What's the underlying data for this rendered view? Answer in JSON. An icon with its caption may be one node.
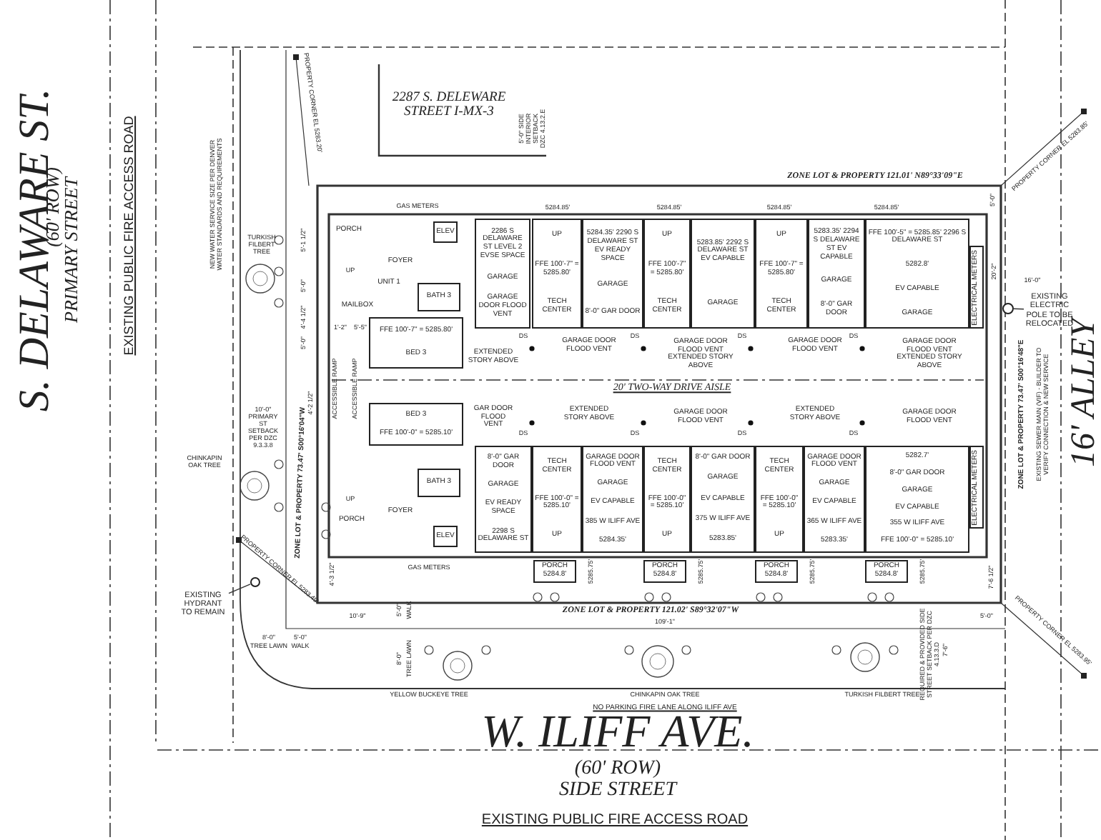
{
  "diagram": {
    "nodes": [
      {
        "text": [
          "ELEV"
        ]
      },
      {
        "text": [
          "BATH 3"
        ]
      },
      {
        "text": [
          "FFE 100'-7\" = 5285.80'",
          "BED 3"
        ]
      },
      {
        "text": [
          "2286 S DELAWARE ST LEVEL 2 EVSE SPACE",
          "GARAGE",
          "GARAGE DOOR FLOOD VENT"
        ]
      },
      {
        "text": [
          "UP",
          "FFE 100'-7\" = 5285.80'",
          "TECH CENTER"
        ]
      },
      {
        "text": [
          "5284.35' 2290 S DELAWARE ST EV READY SPACE",
          "GARAGE",
          "8'-0\" GAR DOOR"
        ]
      },
      {
        "text": [
          "UP",
          "FFE 100'-7\" = 5285.80'",
          "TECH CENTER"
        ]
      },
      {
        "text": [
          "5283.85' 2292 S DELAWARE ST EV CAPABLE",
          "GARAGE"
        ]
      },
      {
        "text": [
          "UP",
          "FFE 100'-7\" = 5285.80'",
          "TECH CENTER"
        ]
      },
      {
        "text": [
          "5283.35' 2294 S DELAWARE ST EV CAPABLE",
          "GARAGE",
          "8'-0\" GAR DOOR"
        ]
      },
      {
        "text": [
          "FFE 100'-5\" = 5285.85' 2296 S DELAWARE ST",
          "5282.8'",
          "EV CAPABLE",
          "GARAGE"
        ]
      },
      {
        "text": [
          "ELECTRICAL METERS"
        ]
      },
      {
        "text": [
          "BED 3",
          "FFE 100'-0\" = 5285.10'"
        ]
      },
      {
        "text": [
          "BATH 3"
        ]
      },
      {
        "text": [
          "ELEV"
        ]
      },
      {
        "text": [
          "8'-0\" GAR DOOR",
          "GARAGE",
          "EV READY SPACE",
          "2298 S DELAWARE ST"
        ]
      },
      {
        "text": [
          "TECH CENTER",
          "FFE 100'-0\" = 5285.10'",
          "UP"
        ]
      },
      {
        "text": [
          "GARAGE DOOR FLOOD VENT",
          "GARAGE",
          "EV CAPABLE",
          "385 W ILIFF AVE",
          "5284.35'"
        ]
      },
      {
        "text": [
          "TECH CENTER",
          "FFE 100'-0\" = 5285.10'",
          "UP"
        ]
      },
      {
        "text": [
          "8'-0\" GAR DOOR",
          "GARAGE",
          "EV CAPABLE",
          "375 W ILIFF AVE",
          "5283.85'"
        ]
      },
      {
        "text": [
          "TECH CENTER",
          "FFE 100'-0\" = 5285.10'",
          "UP"
        ]
      },
      {
        "text": [
          "GARAGE DOOR FLOOD VENT",
          "GARAGE",
          "EV CAPABLE",
          "365 W ILIFF AVE",
          "5283.35'"
        ]
      },
      {
        "text": [
          "5282.7'",
          "8'-0\" GAR DOOR",
          "GARAGE",
          "EV CAPABLE",
          "355 W ILIFF AVE",
          "FFE 100'-0\" = 5285.10'"
        ]
      },
      {
        "text": [
          "ELECTRICAL METERS"
        ]
      },
      {
        "text": [
          "PORCH 5284.8'"
        ]
      },
      {
        "text": [
          "PORCH 5284.8'"
        ]
      },
      {
        "text": [
          "PORCH 5284.8'"
        ]
      },
      {
        "text": [
          "PORCH 5284.8'"
        ]
      },
      {
        "text": [
          "EXISTING HYDRANT TO REMAIN"
        ]
      },
      {
        "text": [],
        "shape": "circle"
      },
      {
        "text": [
          "EXISTING ELECTRIC POLE TO BE RELOCATED"
        ]
      },
      {
        "text": [],
        "shape": "circle"
      }
    ],
    "edges": [
      {
        "from": 28,
        "to": 29,
        "arrow": "none"
      },
      {
        "from": 30,
        "to": 31,
        "arrow": "none"
      }
    ],
    "labels": [
      "S. DELAWARE ST.",
      "(60' ROW)",
      "PRIMARY STREET",
      "EXISTING PUBLIC FIRE ACCESS ROAD",
      "NEW WATER SERVICE SIZE PER DENVER WATER STANDARDS AND REQUIREMENTS",
      "PROPERTY CORNER EL 5283.20'",
      "TURKISH FILBERT TREE",
      "MAILBOX",
      "5'-1 1/2\"",
      "5'-0\"",
      "4'-4 1/2\"",
      "5'-0\"",
      "1'-2\"",
      "5'-5\"",
      "ACCESSIBLE RAMP",
      "ACCESSIBLE RAMP",
      "4'-2 1/2\"",
      "10'-0\" PRIMARY ST SETBACK PER DZC 9.3.3.8",
      "CHINKAPIN OAK TREE",
      "ZONE LOT & PROPERTY 73.47' S00°16'04\"W",
      "PORCH",
      "PORCH",
      "4'-3 1/2\"",
      "PROPERTY CORNER EL 5283.49'",
      "8'-0\"",
      "TREE LAWN",
      "5'-0\"",
      "WALK",
      "10'-9\"",
      "2287 S. DELEWARE STREET I-MX-3",
      "5'-0\" SIDE INTERIOR SETBACK DZC 4.13.2.E",
      "ZONE LOT & PROPERTY 121.01' N89°33'09\"E",
      "GAS METERS",
      "5284.85'",
      "5284.85'",
      "5284.85'",
      "5284.85'",
      "FOYER",
      "UP",
      "UNIT 1",
      "5'-0\"",
      "20'-2\"",
      "16'-0\"",
      "PROPERTY CORNER EL 5283.85'",
      "ZONE LOT & PROPERTY 73.47' S00°16'48\"E",
      "EXISTING SEWER MAIN (VIF) - BUILDER TO VERIFY CONNECTION & NEW SERVICE",
      "16' ALLEY",
      "DS",
      "DS",
      "DS",
      "DS",
      "DS",
      "DS",
      "DS",
      "DS",
      "EXTENDED STORY ABOVE",
      "GARAGE DOOR FLOOD VENT",
      "GARAGE DOOR FLOOD VENT EXTENDED STORY ABOVE",
      "GARAGE DOOR FLOOD VENT",
      "GARAGE DOOR FLOOD VENT EXTENDED STORY ABOVE",
      "20' TWO-WAY DRIVE AISLE",
      "GAR DOOR FLOOD VENT",
      "EXTENDED STORY ABOVE",
      "GARAGE DOOR FLOOD VENT",
      "EXTENDED STORY ABOVE",
      "GARAGE DOOR FLOOD VENT",
      "FOYER",
      "UP",
      "GAS METERS",
      "5285.75'",
      "5285.75'",
      "5285.75'",
      "5285.75'",
      "ZONE LOT & PROPERTY 121.02' S89°32'07\"W",
      "109'-1\"",
      "5'-0\"",
      "WALK",
      "8'-0\"",
      "TREE LAWN",
      "7'-6 1/2\"",
      "5'-0\"",
      "7'-6\"",
      "REQUIRED & PROVIDED SIDE STREET SETBACK PER DZC 4.13.3.D",
      "PROPERTY CORNER EL 5283.95'",
      "YELLOW BUCKEYE TREE",
      "CHINKAPIN OAK TREE",
      "TURKISH FILBERT TREE",
      "NO PARKING FIRE LANE ALONG ILIFF AVE",
      "W. ILIFF AVE.",
      "(60' ROW)",
      "SIDE STREET",
      "EXISTING PUBLIC FIRE ACCESS ROAD"
    ]
  }
}
